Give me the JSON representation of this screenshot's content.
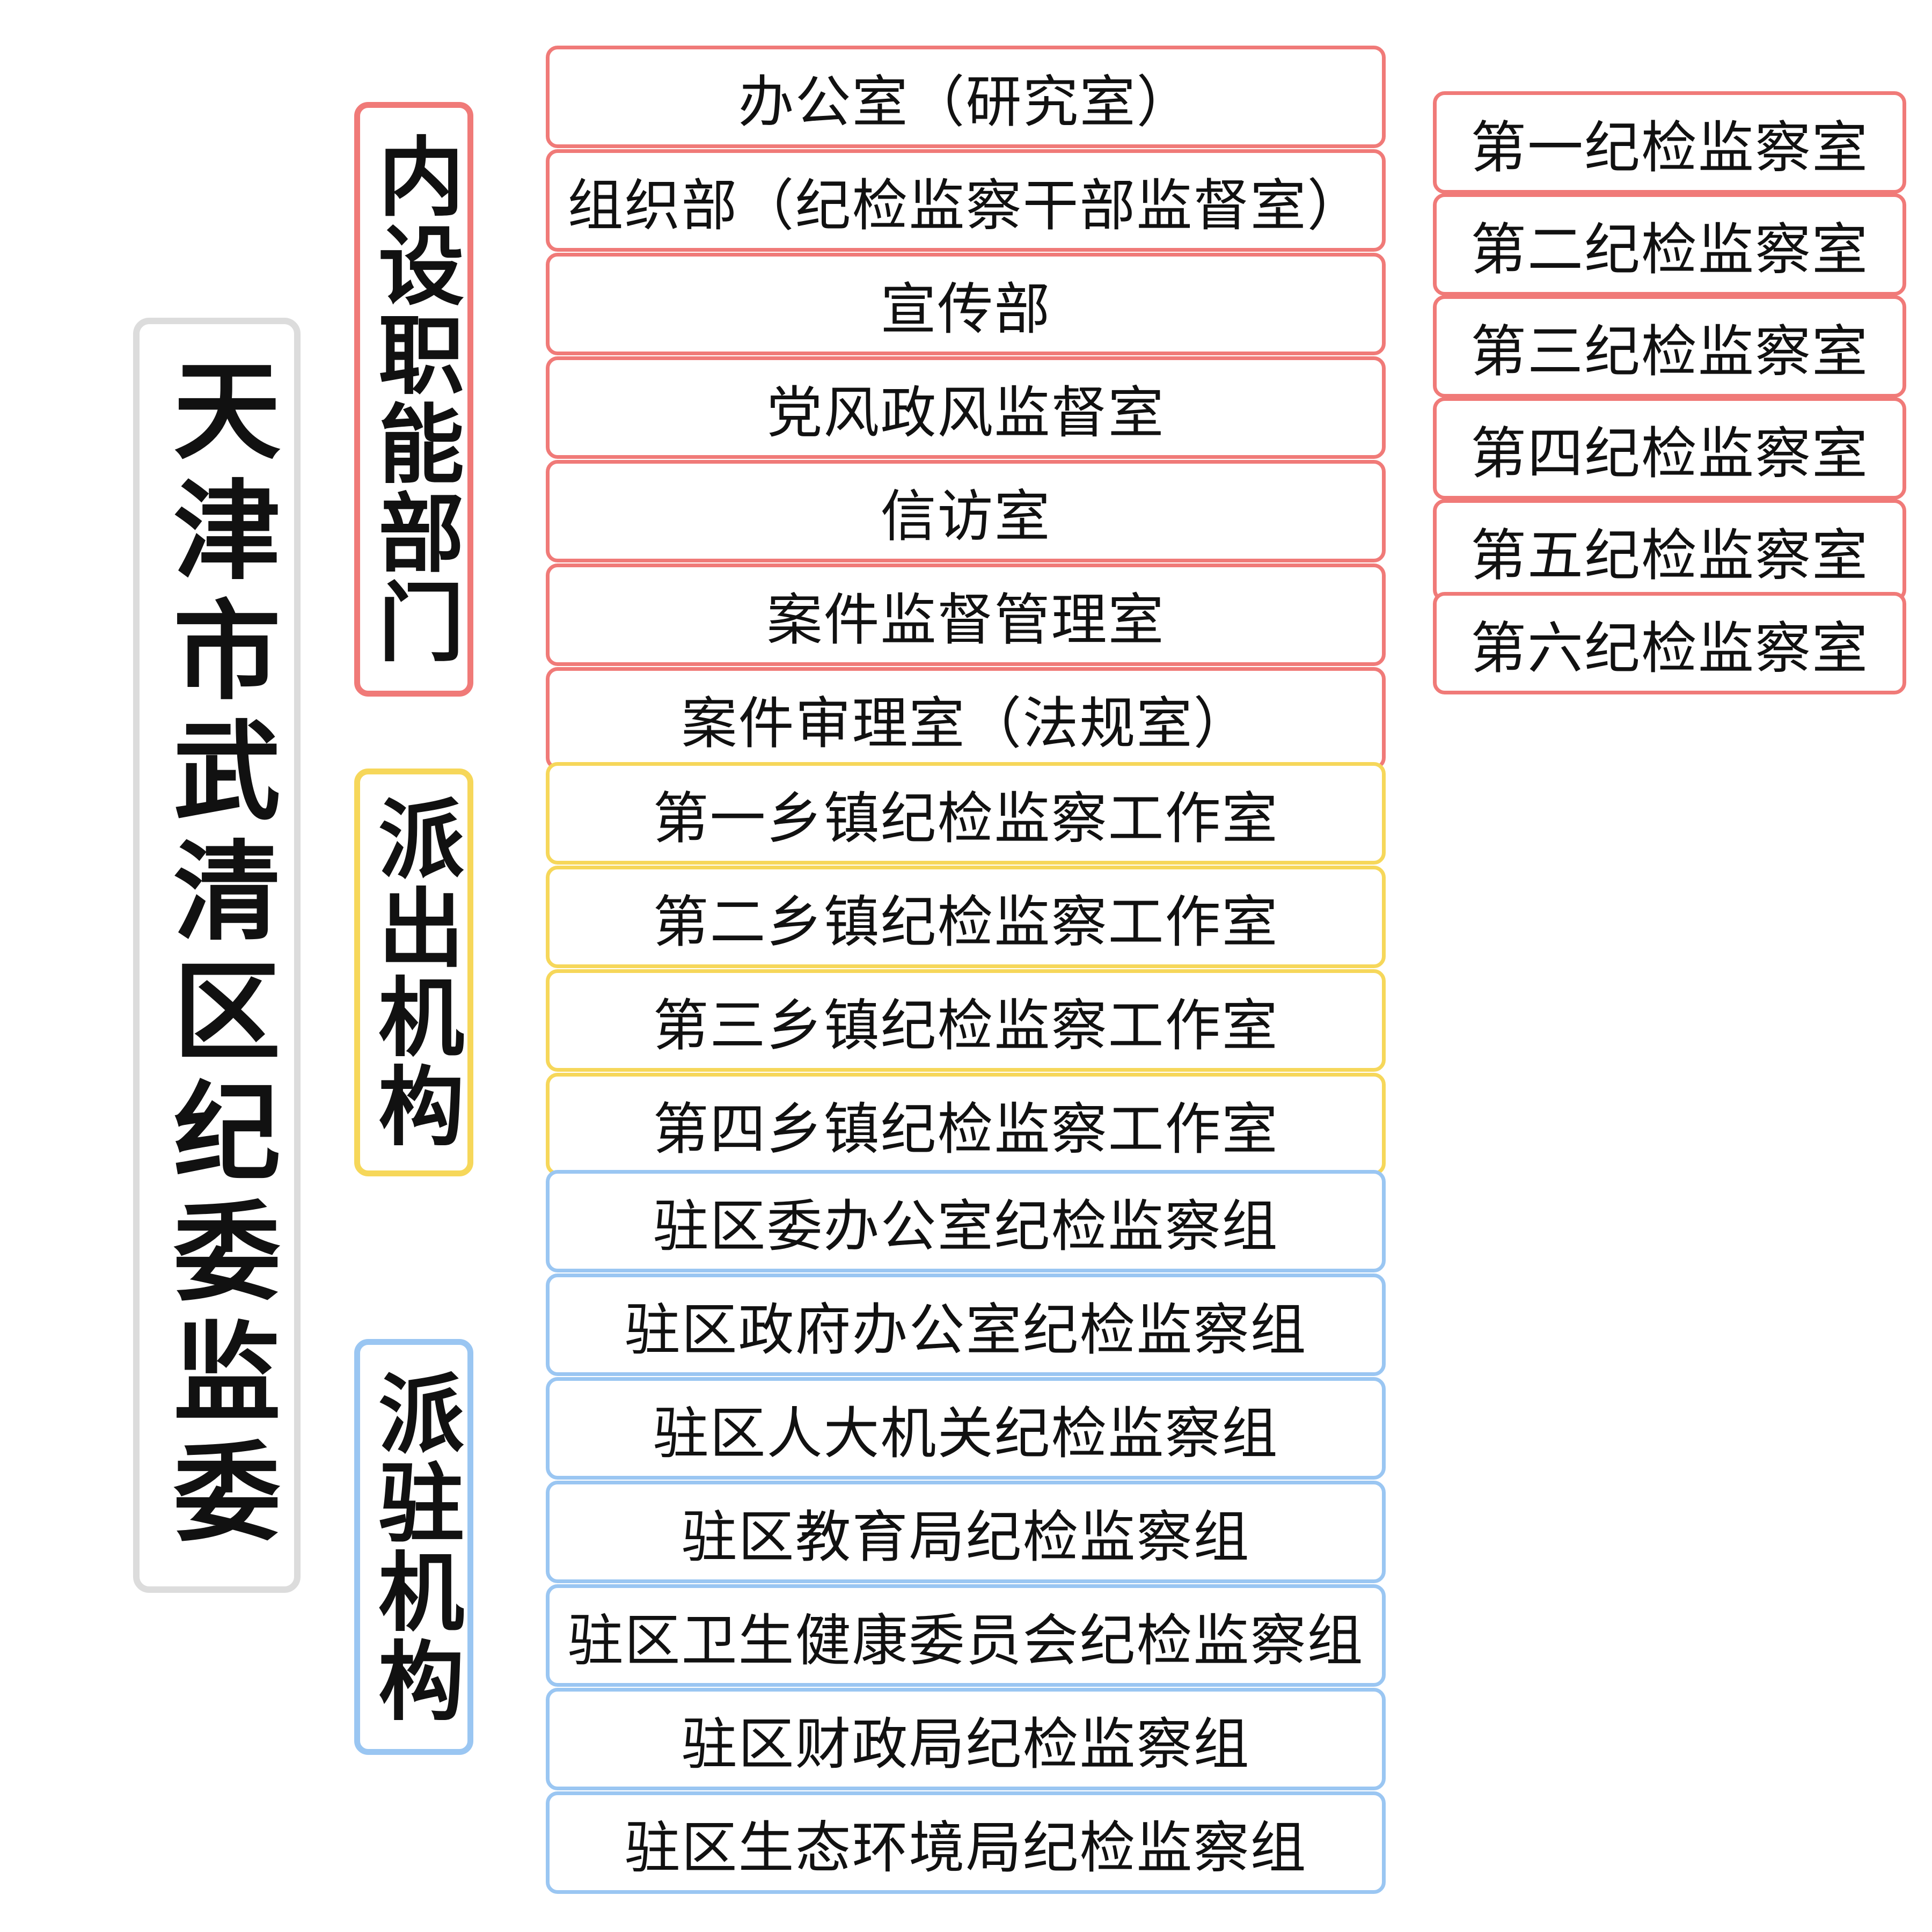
{
  "colors": {
    "root": "#dcdcdc",
    "internal": "#f07a78",
    "dispatched": "#f6d75a",
    "stationed": "#9ac6f2"
  },
  "root": {
    "label": "天津市武清区纪委监委"
  },
  "categories": [
    {
      "label": "内设职能部门",
      "color": "#f07a78"
    },
    {
      "label": "派出机构",
      "color": "#f6d75a"
    },
    {
      "label": "派驻机构",
      "color": "#9ac6f2"
    }
  ],
  "internal_departments": [
    "办公室（研究室）",
    "组织部（纪检监察干部监督室）",
    "宣传部",
    "党风政风监督室",
    "信访室",
    "案件监督管理室",
    "案件审理室（法规室）"
  ],
  "supervision_offices": [
    "第一纪检监察室",
    "第二纪检监察室",
    "第三纪检监察室",
    "第四纪检监察室",
    "第五纪检监察室",
    "第六纪检监察室"
  ],
  "dispatched_agencies": [
    "第一乡镇纪检监察工作室",
    "第二乡镇纪检监察工作室",
    "第三乡镇纪检监察工作室",
    "第四乡镇纪检监察工作室"
  ],
  "stationed_agencies": [
    "驻区委办公室纪检监察组",
    "驻区政府办公室纪检监察组",
    "驻区人大机关纪检监察组",
    "驻区教育局纪检监察组",
    "驻区卫生健康委员会纪检监察组",
    "驻区财政局纪检监察组",
    "驻区生态环境局纪检监察组"
  ]
}
